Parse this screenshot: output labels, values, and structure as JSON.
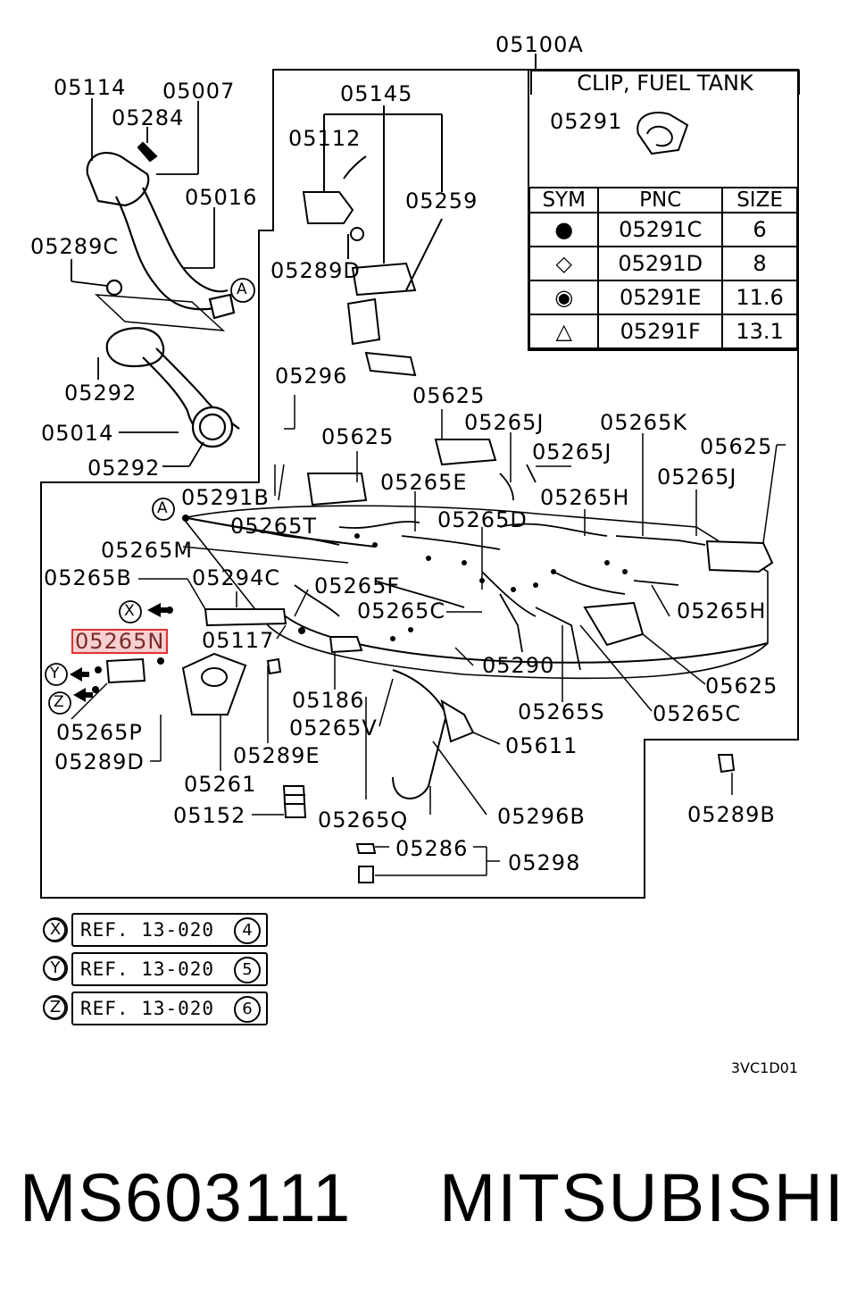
{
  "title_code": "05100A",
  "clip_table": {
    "title": "CLIP, FUEL TANK",
    "part": "05291",
    "headers": [
      "SYM",
      "PNC",
      "SIZE"
    ],
    "rows": [
      {
        "sym": "●",
        "pnc": "05291C",
        "size": "6"
      },
      {
        "sym": "◇",
        "pnc": "05291D",
        "size": "8"
      },
      {
        "sym": "◉",
        "pnc": "05291E",
        "size": "11.6"
      },
      {
        "sym": "△",
        "pnc": "05291F",
        "size": "13.1"
      }
    ]
  },
  "labels": {
    "l05114": "05114",
    "l05007": "05007",
    "l05284": "05284",
    "l05016": "05016",
    "l05289C": "05289C",
    "l05292a": "05292",
    "l05014": "05014",
    "l05292b": "05292",
    "l05145": "05145",
    "l05112": "05112",
    "l05259": "05259",
    "l05289D_top": "05289D",
    "l05296": "05296",
    "l05625a": "05625",
    "l05625b": "05625",
    "l05265J_a": "05265J",
    "l05265K": "05265K",
    "l05625c": "05625",
    "l05265J_b": "05265J",
    "l05265J_c": "05265J",
    "l05291B": "05291B",
    "l05265E": "05265E",
    "l05265H_a": "05265H",
    "l05265T": "05265T",
    "l05265D": "05265D",
    "l05265M": "05265M",
    "l05265B": "05265B",
    "l05294C": "05294C",
    "l05265F": "05265F",
    "l05265C_a": "05265C",
    "l05265H_b": "05265H",
    "l05117": "05117",
    "l05265N": "05265N",
    "l05290": "05290",
    "l05625d": "05625",
    "l05186": "05186",
    "l05265S": "05265S",
    "l05265C_b": "05265C",
    "l05265P": "05265P",
    "l05265V": "05265V",
    "l05611": "05611",
    "l05289D_bot": "05289D",
    "l05289E": "05289E",
    "l05261": "05261",
    "l05152": "05152",
    "l05265Q": "05265Q",
    "l05296B": "05296B",
    "l05289B": "05289B",
    "l05286": "05286",
    "l05298": "05298"
  },
  "callouts": {
    "A1": "A",
    "A2": "A",
    "X": "X",
    "Y": "Y",
    "Z": "Z"
  },
  "refs": [
    {
      "letter": "X",
      "text": "REF. 13-020",
      "num": "4"
    },
    {
      "letter": "Y",
      "text": "REF. 13-020",
      "num": "5"
    },
    {
      "letter": "Z",
      "text": "REF. 13-020",
      "num": "6"
    }
  ],
  "drawing_code": "3VC1D01",
  "footer": {
    "part_number": "MS603111",
    "brand": "MITSUBISHI"
  }
}
